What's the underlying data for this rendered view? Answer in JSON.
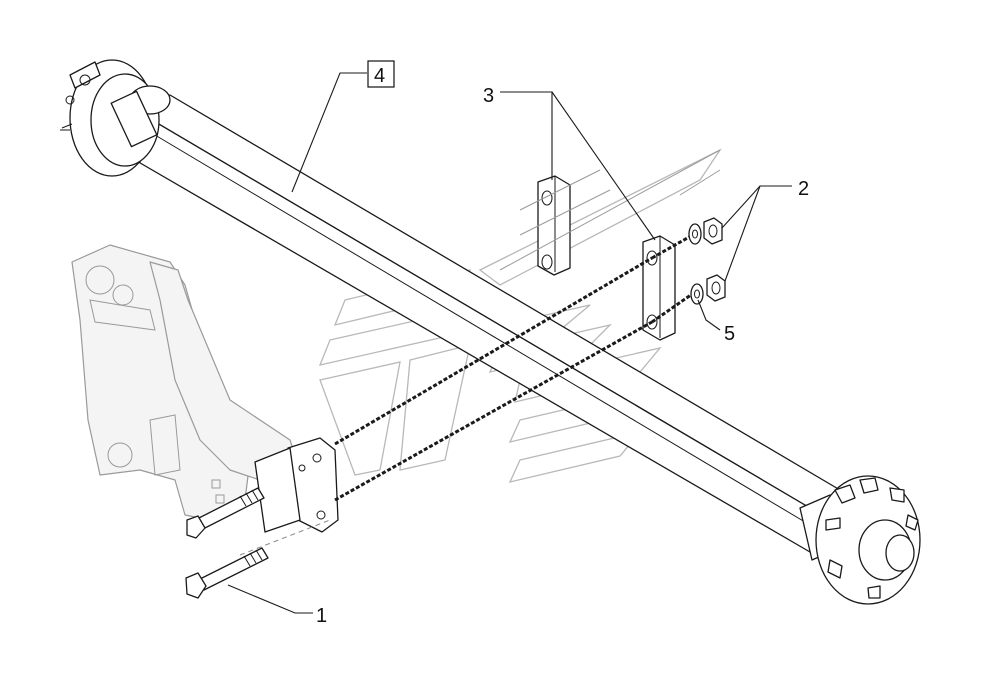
{
  "callouts": {
    "c1": "1",
    "c2": "2",
    "c3": "3",
    "c4": "4",
    "c5": "5"
  },
  "icons": {
    "watermark": "brand-watermark-icon"
  }
}
